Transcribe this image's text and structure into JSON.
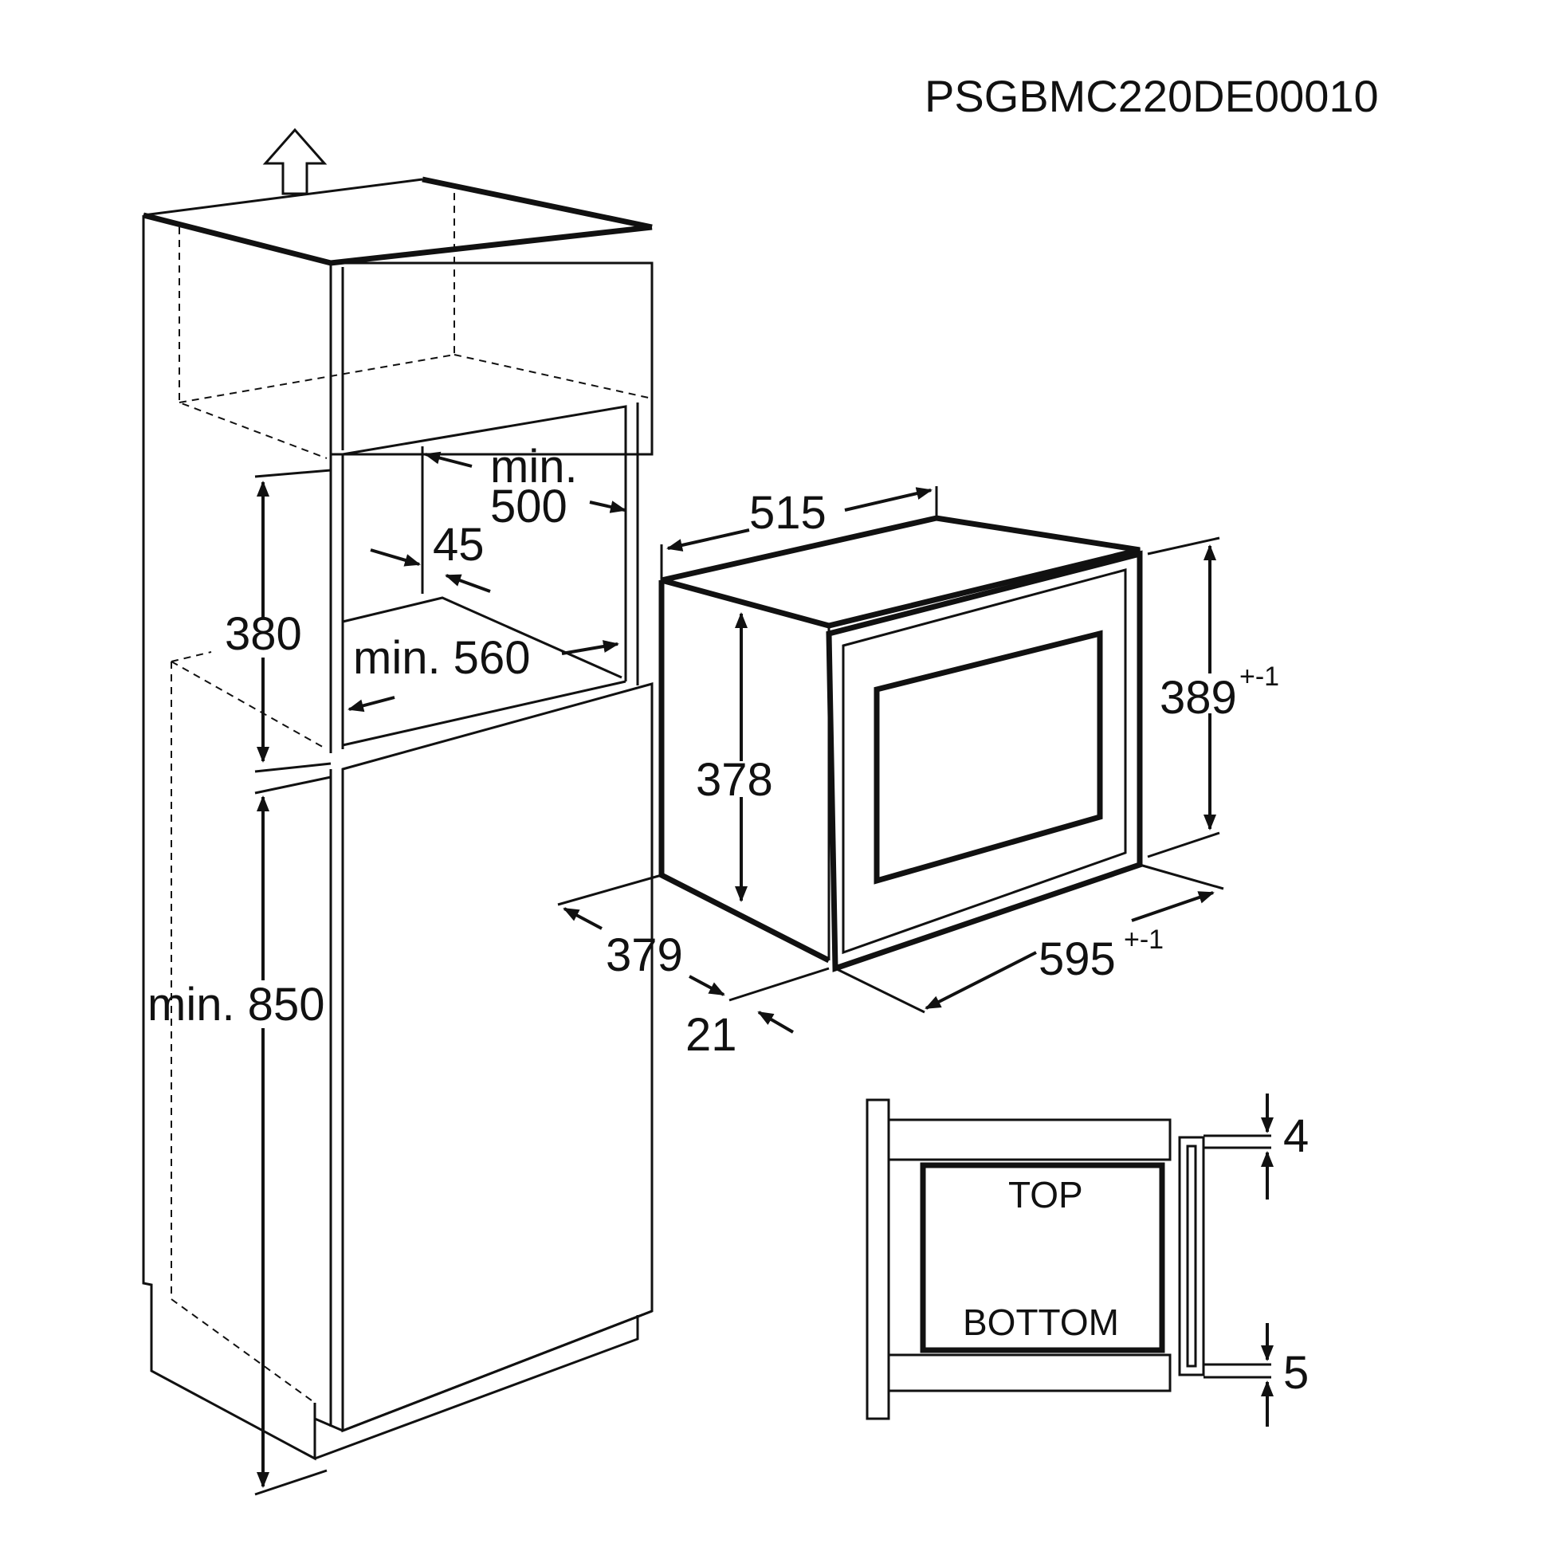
{
  "code": "PSGBMC220DE00010",
  "dims": {
    "min500_top": "min.",
    "min500_bottom": "500",
    "d45": "45",
    "d380": "380",
    "min560": "min. 560",
    "min850": "min. 850",
    "d515": "515",
    "d378": "378",
    "d389": "389",
    "d389_tol": "+-1",
    "d379": "379",
    "d595": "595",
    "d595_tol": "+-1",
    "d21": "21",
    "d4": "4",
    "d5": "5"
  },
  "section": {
    "top": "TOP",
    "bottom": "BOTTOM"
  },
  "icons": {
    "vent": "up-arrow-icon"
  }
}
